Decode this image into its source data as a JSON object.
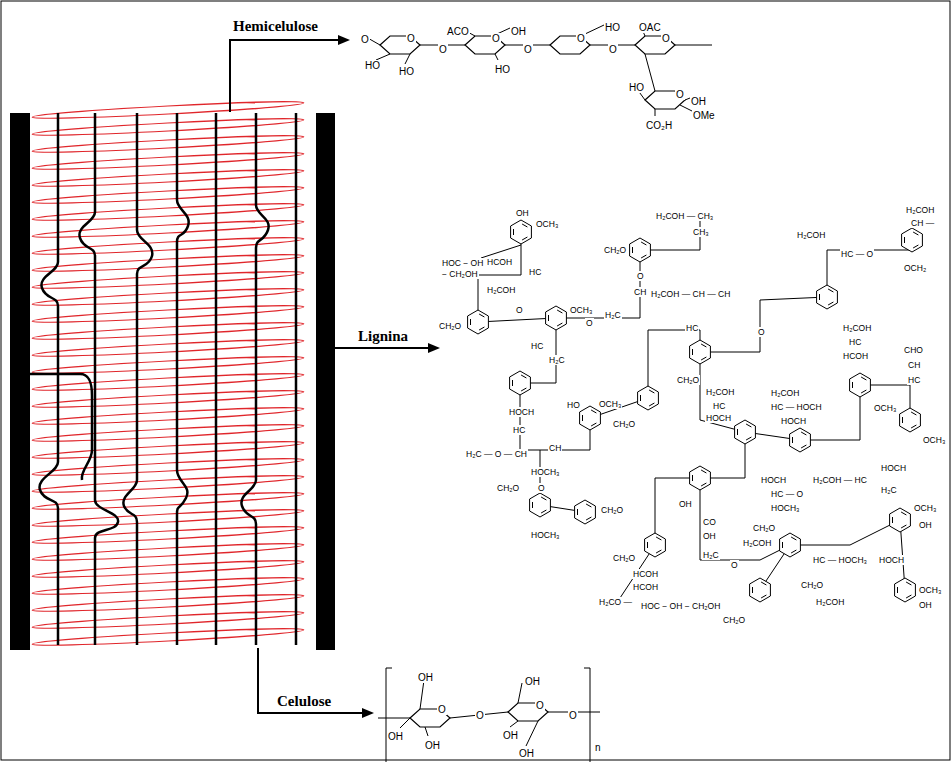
{
  "diagram": {
    "labels": [
      "Hemicelulose",
      "Lignina",
      "Celulose",
      "O",
      "O",
      "HO",
      "HO",
      "O",
      "ACO",
      "OH",
      "O",
      "HO",
      "O",
      "O",
      "HO",
      "OAC",
      "O",
      "O",
      "HO",
      "O",
      "OH",
      "OMe",
      "CO₂H",
      "OH",
      "O",
      "OH",
      "OH",
      "O",
      "OH",
      "O",
      "O",
      "OH",
      "OH",
      "n",
      "OH",
      "OCH₃",
      "HOC − OH",
      "− CH₂OH",
      "HCOH",
      "HC",
      "H₂COH",
      "CH₂O",
      "OCH₃",
      "O",
      "HC",
      "H₂C",
      "CH",
      "O",
      "CH₂O",
      "O",
      "H₂COH — CH₃",
      "CH₃",
      "H₂COH — CH — CH",
      "HC",
      "CH₂O",
      "H₂C",
      "HOCH",
      "HC",
      "H₂C — O — CH",
      "CH",
      "HOCH₃",
      "OCH₃",
      "HO",
      "CH₂O",
      "CH₂O",
      "CH₂O",
      "O",
      "HOCH₃",
      "CH₂O",
      "HCOH",
      "HCOH",
      "H₂CO —",
      "HOC − OH − CH₂OH",
      "CO",
      "OH",
      "H₂C",
      "O",
      "OH",
      "H₂COH",
      "HC",
      "HOCH",
      "H₂COH",
      "HC — HOCH",
      "HOCH",
      "H₂COH",
      "HC",
      "HCOH",
      "OCH₃",
      "CHO",
      "CH",
      "HC",
      "OCH₃",
      "H₂COH",
      "CH —",
      "OCH₂",
      "H₂COH",
      "HC — O",
      "O",
      "HOCH",
      "HC — O",
      "HOCH₃",
      "H₂COH — HC",
      "HOCH",
      "H₂C",
      "OCH₃",
      "OH",
      "CH₂O",
      "H₂COH",
      "HC — HOCH₃",
      "CH₂O",
      "H₂COH",
      "OCH₃",
      "OH",
      "HOCH",
      "CH₂O"
    ]
  }
}
